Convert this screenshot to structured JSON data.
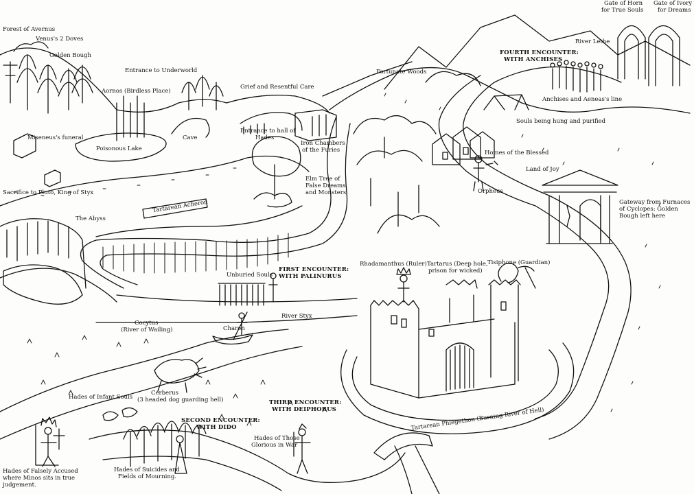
{
  "labels": {
    "forest_avernus": "Forest of Avernus",
    "venus_doves": "Venus's 2 Doves",
    "golden_bough": "Golden Bough",
    "entrance_underworld": "Entrance to Underworld",
    "aornos": "Aornos (Birdless Place)",
    "miseneus_funeral": "Miseneus's funeral",
    "poisonous_lake": "Poisonous Lake",
    "cave": "Cave",
    "sacrifice": "Sacrifice to Pluto, King of Styx",
    "grief": "Grief and Resentful Care",
    "entrance_hall_1": "Entrance to hall of",
    "entrance_hall_2": "Hades",
    "iron_chambers_1": "Iron Chambers",
    "iron_chambers_2": "of the Furies",
    "elm_tree_1": "Elm Tree of",
    "elm_tree_2": "False Dreams",
    "elm_tree_3": "and Monsters",
    "fortunate_woods": "Fortunate Woods",
    "gate_horn_1": "Gate of Horn",
    "gate_horn_2": "for True Souls",
    "gate_ivory_1": "Gate of Ivory",
    "gate_ivory_2": "for Dreams",
    "river_lethe": "River Lethe",
    "fourth_enc_1": "FOURTH ENCOUNTER:",
    "fourth_enc_2": "WITH ANCHISES",
    "anchises_line": "Anchises and Aeneas's line",
    "souls_hung": "Souls being hung and purified",
    "homes_blessed": "Homes of the Blessed",
    "land_of_joy": "Land of Joy",
    "orpheus": "Orpheus",
    "gateway_1": "Gateway from Furnaces",
    "gateway_2": "of Cyclopes: Golden",
    "gateway_3": "Bough left here",
    "the_abyss": "The Abyss",
    "tartarean_acheron": "Tartarean Acheron",
    "unburied_souls": "Unburied Souls",
    "first_enc_1": "FIRST ENCOUNTER:",
    "first_enc_2": "WITH PALINURUS",
    "rhadamanthus": "Rhadamanthus (Ruler)",
    "tartarus_1": "Tartarus (Deep hole,",
    "tartarus_2": "prison for wicked)",
    "tisiphone": "Tisiphone (Guardian)",
    "cocytus_1": "Cocytus",
    "cocytus_2": "(River of Wailing)",
    "river_styx": "River Styx",
    "charon": "Charon",
    "cerberus_1": "Cerberus",
    "cerberus_2": "(3 headed dog guarding hell)",
    "infant_souls": "Hades of Infant Souls",
    "third_enc_1": "THIRD ENCOUNTER:",
    "third_enc_2": "WITH DEIPHOBUS",
    "second_enc_1": "SECOND ENCOUNTER:",
    "second_enc_2": "WITH DIDO",
    "glorious_war_1": "Hades of Those",
    "glorious_war_2": "Glorious in War",
    "phlegethon": "Tartarean Phlegethon (Burning River of Hell)",
    "falsely_accused_1": "Hades of Falsely Accused",
    "falsely_accused_2": "where Minos sits in true",
    "falsely_accused_3": "judgement.",
    "suicides_1": "Hades of Suicides and",
    "suicides_2": "Fields of Mourning."
  },
  "colors": {
    "ink": "#111111",
    "paper": "#fdfdfb"
  }
}
